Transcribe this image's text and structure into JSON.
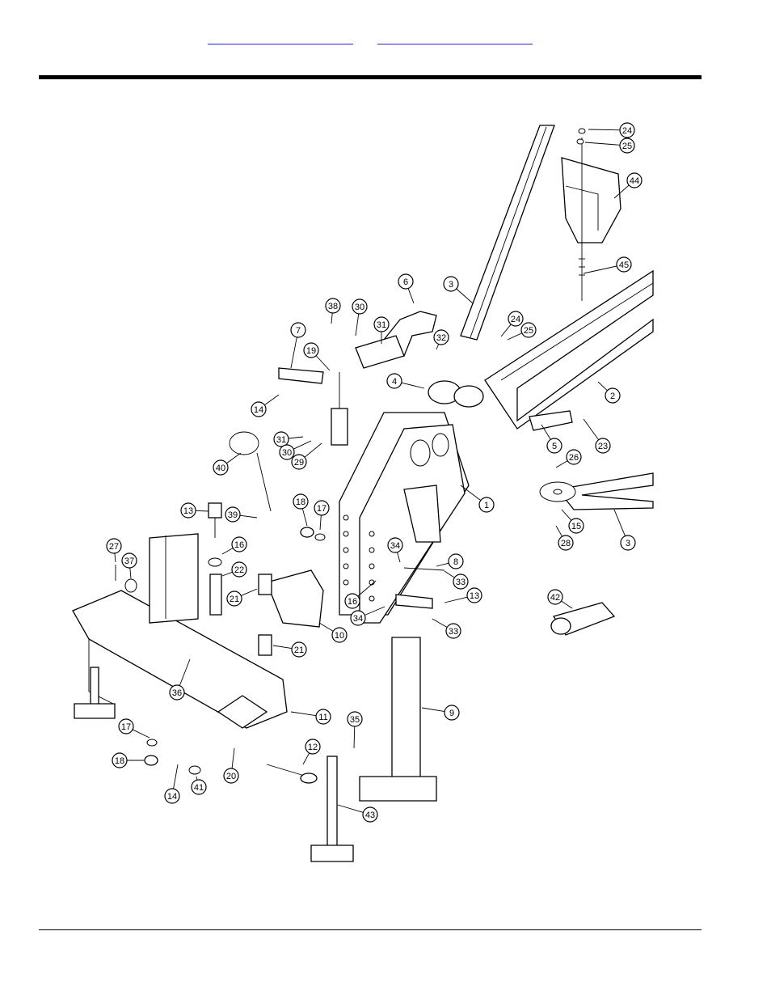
{
  "header": {
    "links": [
      "",
      ""
    ],
    "link_color": "#2a2ad0"
  },
  "diagram": {
    "callouts": [
      "24",
      "25",
      "44",
      "45",
      "6",
      "3",
      "38",
      "30",
      "31",
      "24",
      "25",
      "7",
      "32",
      "19",
      "2",
      "4",
      "14",
      "5",
      "23",
      "31",
      "30",
      "29",
      "40",
      "1",
      "26",
      "18",
      "17",
      "13",
      "39",
      "15",
      "28",
      "3",
      "16",
      "27",
      "37",
      "22",
      "34",
      "8",
      "21",
      "33",
      "16",
      "13",
      "42",
      "10",
      "34",
      "33",
      "21",
      "36",
      "11",
      "9",
      "17",
      "35",
      "12",
      "18",
      "14",
      "20",
      "41",
      "43"
    ]
  }
}
